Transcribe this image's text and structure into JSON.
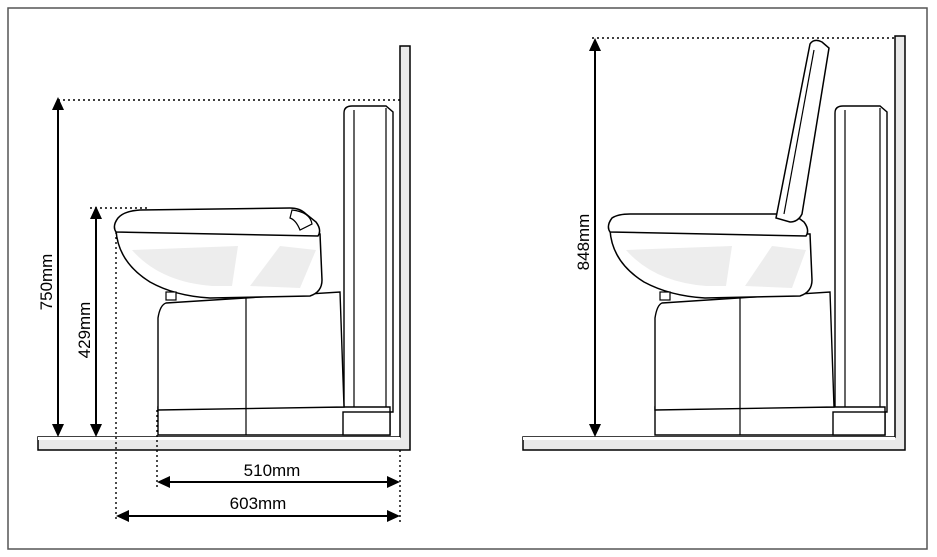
{
  "dimensions": {
    "total_height_lid_down": "750mm",
    "seat_height": "429mm",
    "depth_base": "510mm",
    "depth_total": "603mm",
    "total_height_lid_up": "848mm"
  },
  "colors": {
    "line": "#000000",
    "shade": "#ededed",
    "frame": "#555555"
  }
}
